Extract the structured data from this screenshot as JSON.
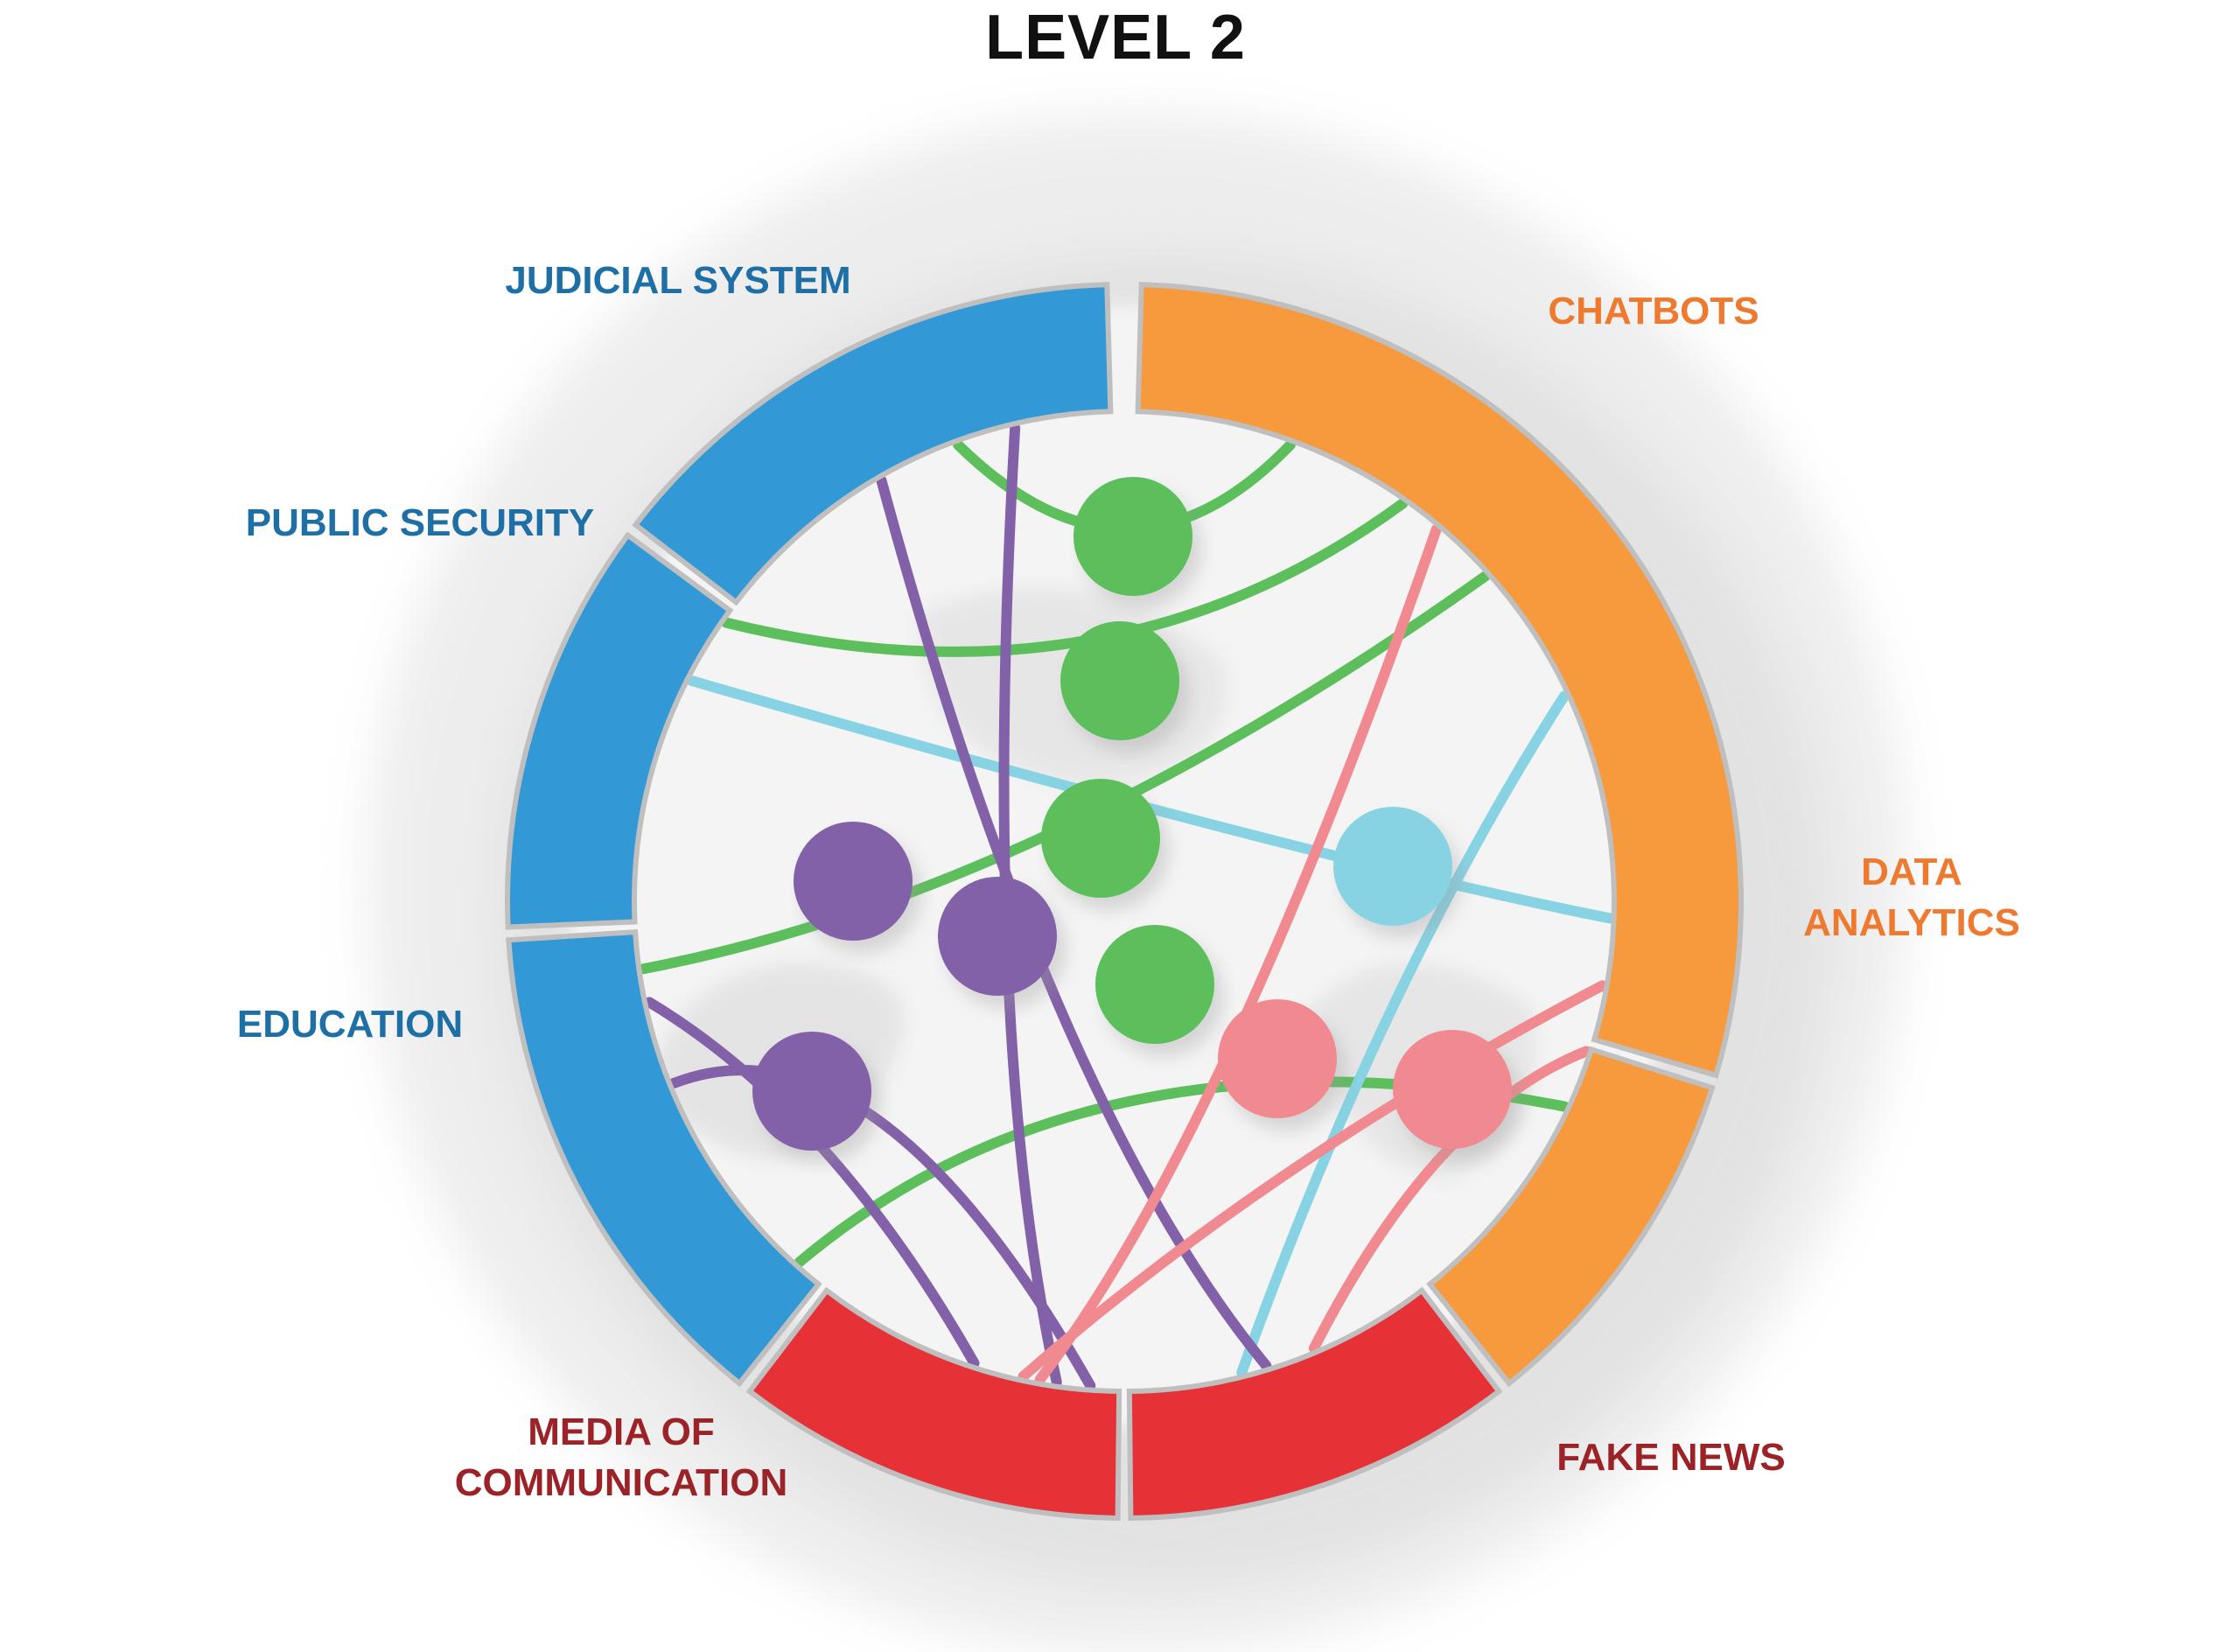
{
  "title": "LEVEL 2",
  "colors": {
    "blue": "#3399d6",
    "orange": "#f7993d",
    "red": "#e63237",
    "green": "#5cbf5c",
    "purple": "#8361a9",
    "cyan": "#87d3e3",
    "pink": "#f08a90",
    "blue_text": "#1d6fa5",
    "orange_text": "#ee7a30",
    "red_text": "#9b2226"
  },
  "segments": [
    {
      "id": "judicial-system",
      "lines": [
        "JUDICIAL SYSTEM"
      ],
      "color": "blue"
    },
    {
      "id": "public-security",
      "lines": [
        "PUBLIC SECURITY"
      ],
      "color": "blue"
    },
    {
      "id": "education",
      "lines": [
        "EDUCATION"
      ],
      "color": "blue"
    },
    {
      "id": "media-of-communication",
      "lines": [
        "MEDIA OF",
        "COMMUNICATION"
      ],
      "color": "red"
    },
    {
      "id": "fake-news",
      "lines": [
        "FAKE NEWS"
      ],
      "color": "red"
    },
    {
      "id": "data-analytics",
      "lines": [
        "DATA",
        "ANALYTICS"
      ],
      "color": "orange"
    },
    {
      "id": "chatbots",
      "lines": [
        "CHATBOTS"
      ],
      "color": "orange"
    }
  ],
  "connections": [
    {
      "color": "green",
      "from": "judicial-system",
      "to": "chatbots"
    },
    {
      "color": "green",
      "from": "public-security",
      "to": "chatbots"
    },
    {
      "color": "green",
      "from": "education",
      "to": "chatbots"
    },
    {
      "color": "green",
      "from": "education",
      "to": "data-analytics"
    },
    {
      "color": "cyan",
      "from": "public-security",
      "to": "data-analytics"
    },
    {
      "color": "cyan",
      "from": "chatbots",
      "to": "fake-news"
    },
    {
      "color": "purple",
      "from": "judicial-system",
      "to": "media-of-communication"
    },
    {
      "color": "purple",
      "from": "public-security",
      "to": "media-of-communication"
    },
    {
      "color": "purple",
      "from": "education",
      "to": "media-of-communication"
    },
    {
      "color": "purple",
      "from": "judicial-system",
      "to": "fake-news"
    },
    {
      "color": "pink",
      "from": "chatbots",
      "to": "media-of-communication"
    },
    {
      "color": "pink",
      "from": "data-analytics",
      "to": "media-of-communication"
    },
    {
      "color": "pink",
      "from": "data-analytics",
      "to": "fake-news"
    }
  ]
}
